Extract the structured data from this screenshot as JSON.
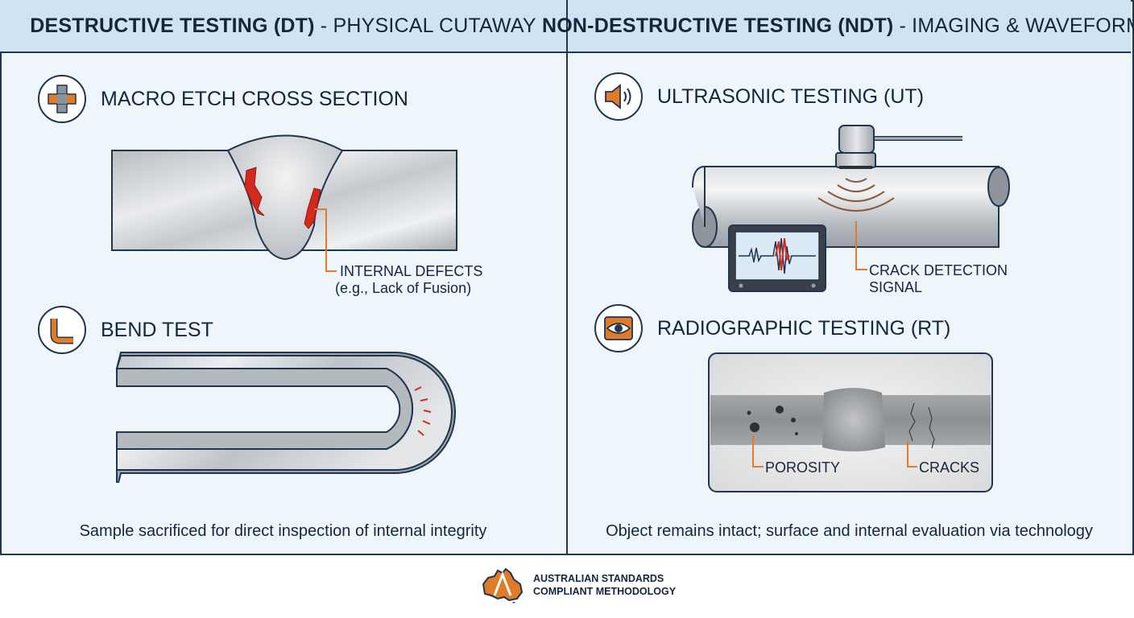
{
  "left_panel": {
    "header_bold": "DESTRUCTIVE TESTING (DT)",
    "header_rest": "- PHYSICAL CUTAWAY",
    "macro": {
      "title": "MACRO ETCH CROSS SECTION",
      "icon": "cross-joint-icon",
      "defect_label_line1": "INTERNAL DEFECTS",
      "defect_label_line2": "(e.g., Lack of Fusion)"
    },
    "bend": {
      "title": "BEND TEST",
      "icon": "bend-icon"
    },
    "caption": "Sample sacrificed for direct inspection of internal integrity"
  },
  "right_panel": {
    "header_bold": "NON-DESTRUCTIVE TESTING (NDT)",
    "header_rest": "- IMAGING & WAVEFORMS",
    "ut": {
      "title": "ULTRASONIC TESTING (UT)",
      "icon": "speaker-icon",
      "signal_label_line1": "CRACK DETECTION",
      "signal_label_line2": "SIGNAL"
    },
    "rt": {
      "title": "RADIOGRAPHIC TESTING (RT)",
      "icon": "eye-icon",
      "porosity_label": "POROSITY",
      "cracks_label": "CRACKS"
    },
    "caption": "Object remains intact; surface and internal evaluation via technology"
  },
  "footer": {
    "logo": "australia-map-logo",
    "line1": "AUSTRALIAN STANDARDS",
    "line2": "COMPLIANT METHODOLOGY"
  },
  "colors": {
    "navy": "#1f3550",
    "accent_orange": "#e07b2a",
    "defect_red": "#d42a1e",
    "background": "#eef5fb",
    "header_bg": "#cfe3f3"
  }
}
